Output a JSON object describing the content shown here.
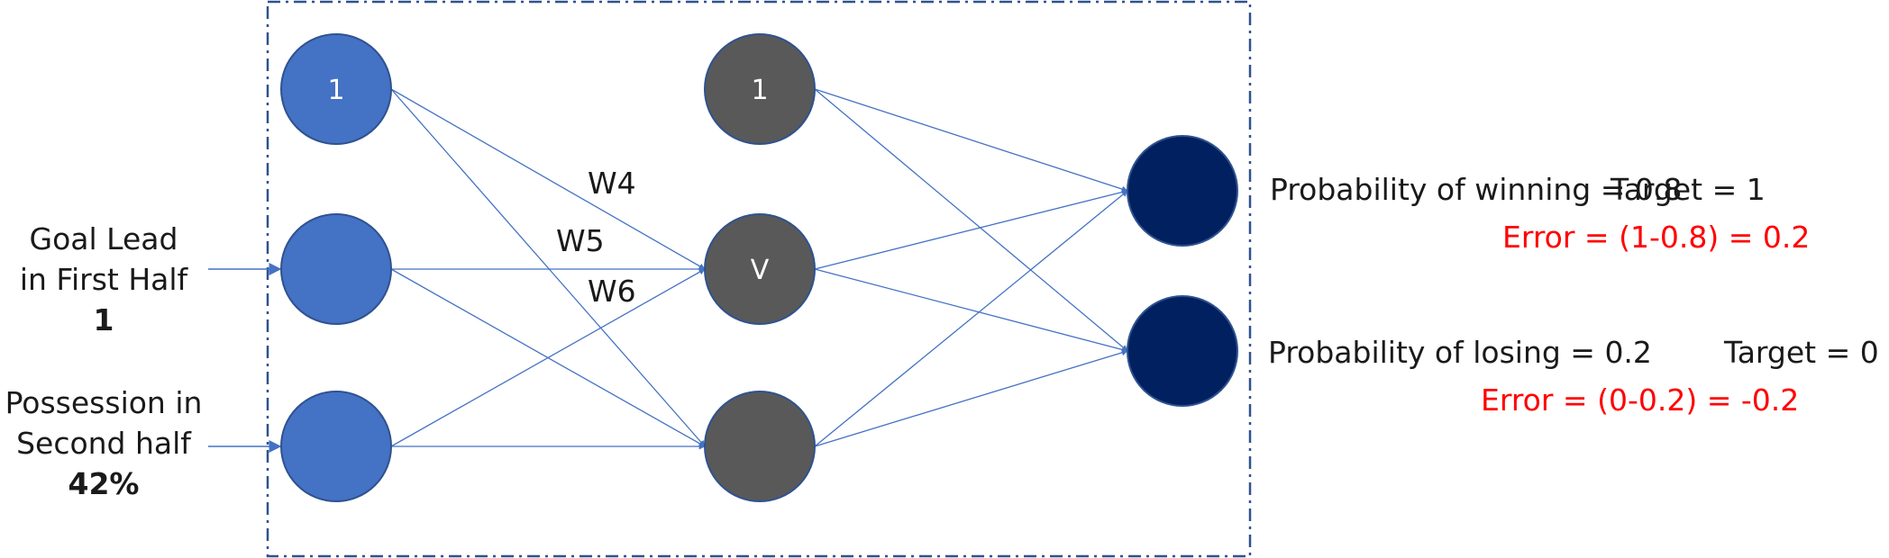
{
  "title": "Neural network forward pass - football match outcome",
  "colors": {
    "input_node": "#4472C4",
    "input_node_stroke": "#2F528F",
    "hidden_node": "#595959",
    "hidden_node_stroke": "#2F528F",
    "output_node": "#002060",
    "output_node_stroke": "#2F528F",
    "edge": "#4472C4",
    "frame": "#2F528F",
    "error_text": "#FF0000",
    "text": "#1a1a1a"
  },
  "inputs": [
    {
      "label_lines": [
        "Goal Lead",
        "in First Half"
      ],
      "value": "1"
    },
    {
      "label_lines": [
        "Possession in",
        "Second half"
      ],
      "value": "42%"
    }
  ],
  "layers": {
    "input": [
      {
        "id": "i0",
        "label": "1",
        "role": "bias"
      },
      {
        "id": "i1",
        "label": ""
      },
      {
        "id": "i2",
        "label": ""
      }
    ],
    "hidden": [
      {
        "id": "h0",
        "label": "1",
        "role": "bias"
      },
      {
        "id": "h1",
        "label": "V"
      },
      {
        "id": "h2",
        "label": ""
      }
    ],
    "output": [
      {
        "id": "o0",
        "label": ""
      },
      {
        "id": "o1",
        "label": ""
      }
    ]
  },
  "edges": [
    {
      "from": "i0",
      "to": "h1"
    },
    {
      "from": "i0",
      "to": "h2"
    },
    {
      "from": "i1",
      "to": "h1"
    },
    {
      "from": "i1",
      "to": "h2"
    },
    {
      "from": "i2",
      "to": "h1"
    },
    {
      "from": "i2",
      "to": "h2"
    },
    {
      "from": "h0",
      "to": "o0"
    },
    {
      "from": "h0",
      "to": "o1"
    },
    {
      "from": "h1",
      "to": "o0"
    },
    {
      "from": "h1",
      "to": "o1"
    },
    {
      "from": "h2",
      "to": "o0"
    },
    {
      "from": "h2",
      "to": "o1"
    }
  ],
  "weight_labels": [
    "W4",
    "W5",
    "W6"
  ],
  "outputs": [
    {
      "prediction": "Probability of winning = 0.8",
      "target": "Target = 1",
      "error": "Error = (1-0.8) = 0.2"
    },
    {
      "prediction": "Probability of losing = 0.2",
      "target": "Target = 0",
      "error": "Error = (0-0.2) = -0.2"
    }
  ]
}
